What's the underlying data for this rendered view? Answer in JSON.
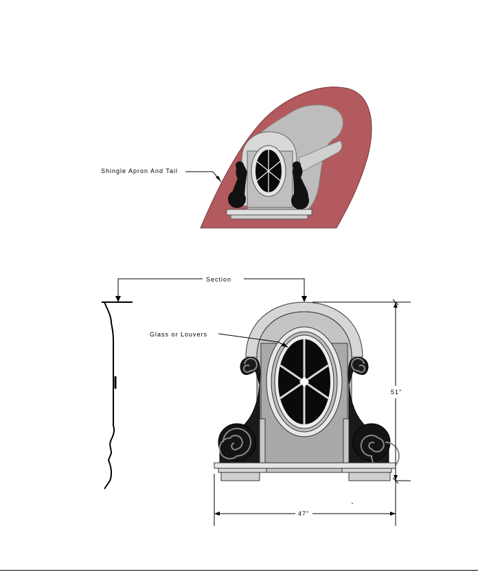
{
  "labels": {
    "shingle_apron": "Shingle Apron And Tail",
    "section": "Section",
    "glass_louvers": "Glass or Louvers",
    "height_dimension": "51\"",
    "width_dimension": "47\""
  },
  "colors": {
    "roof_red": "#b35a5e",
    "roof_dark": "#9e4a4e",
    "dormer_gray": "#bdbdbd",
    "dormer_light": "#d9d9d9",
    "trim_light": "#e2e2e2",
    "glass_black": "#0a0a0a",
    "outline": "#000000"
  }
}
